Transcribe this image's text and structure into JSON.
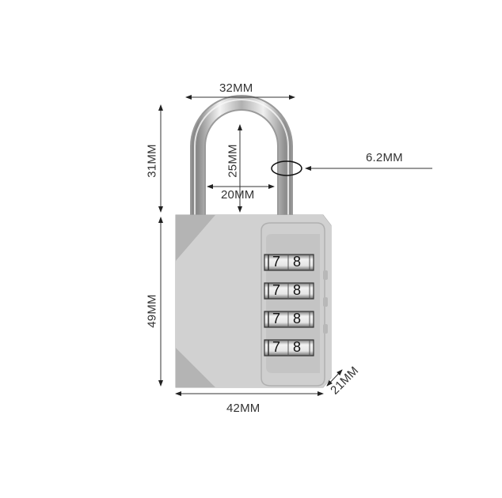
{
  "product": {
    "name": "combination padlock",
    "color": "#c9c9c9",
    "shackle_color": "#d8d8d8",
    "dials": [
      {
        "digits": [
          "7",
          "8"
        ]
      },
      {
        "digits": [
          "7",
          "8"
        ]
      },
      {
        "digits": [
          "7",
          "8"
        ]
      },
      {
        "digits": [
          "7",
          "8"
        ]
      }
    ]
  },
  "dimensions": {
    "shackle_outer_width": "32MM",
    "shackle_inner_height": "25MM",
    "shackle_inner_width": "20MM",
    "shackle_diameter": "6.2MM",
    "shackle_height": "31MM",
    "body_height": "49MM",
    "body_width": "42MM",
    "body_depth": "21MM"
  }
}
